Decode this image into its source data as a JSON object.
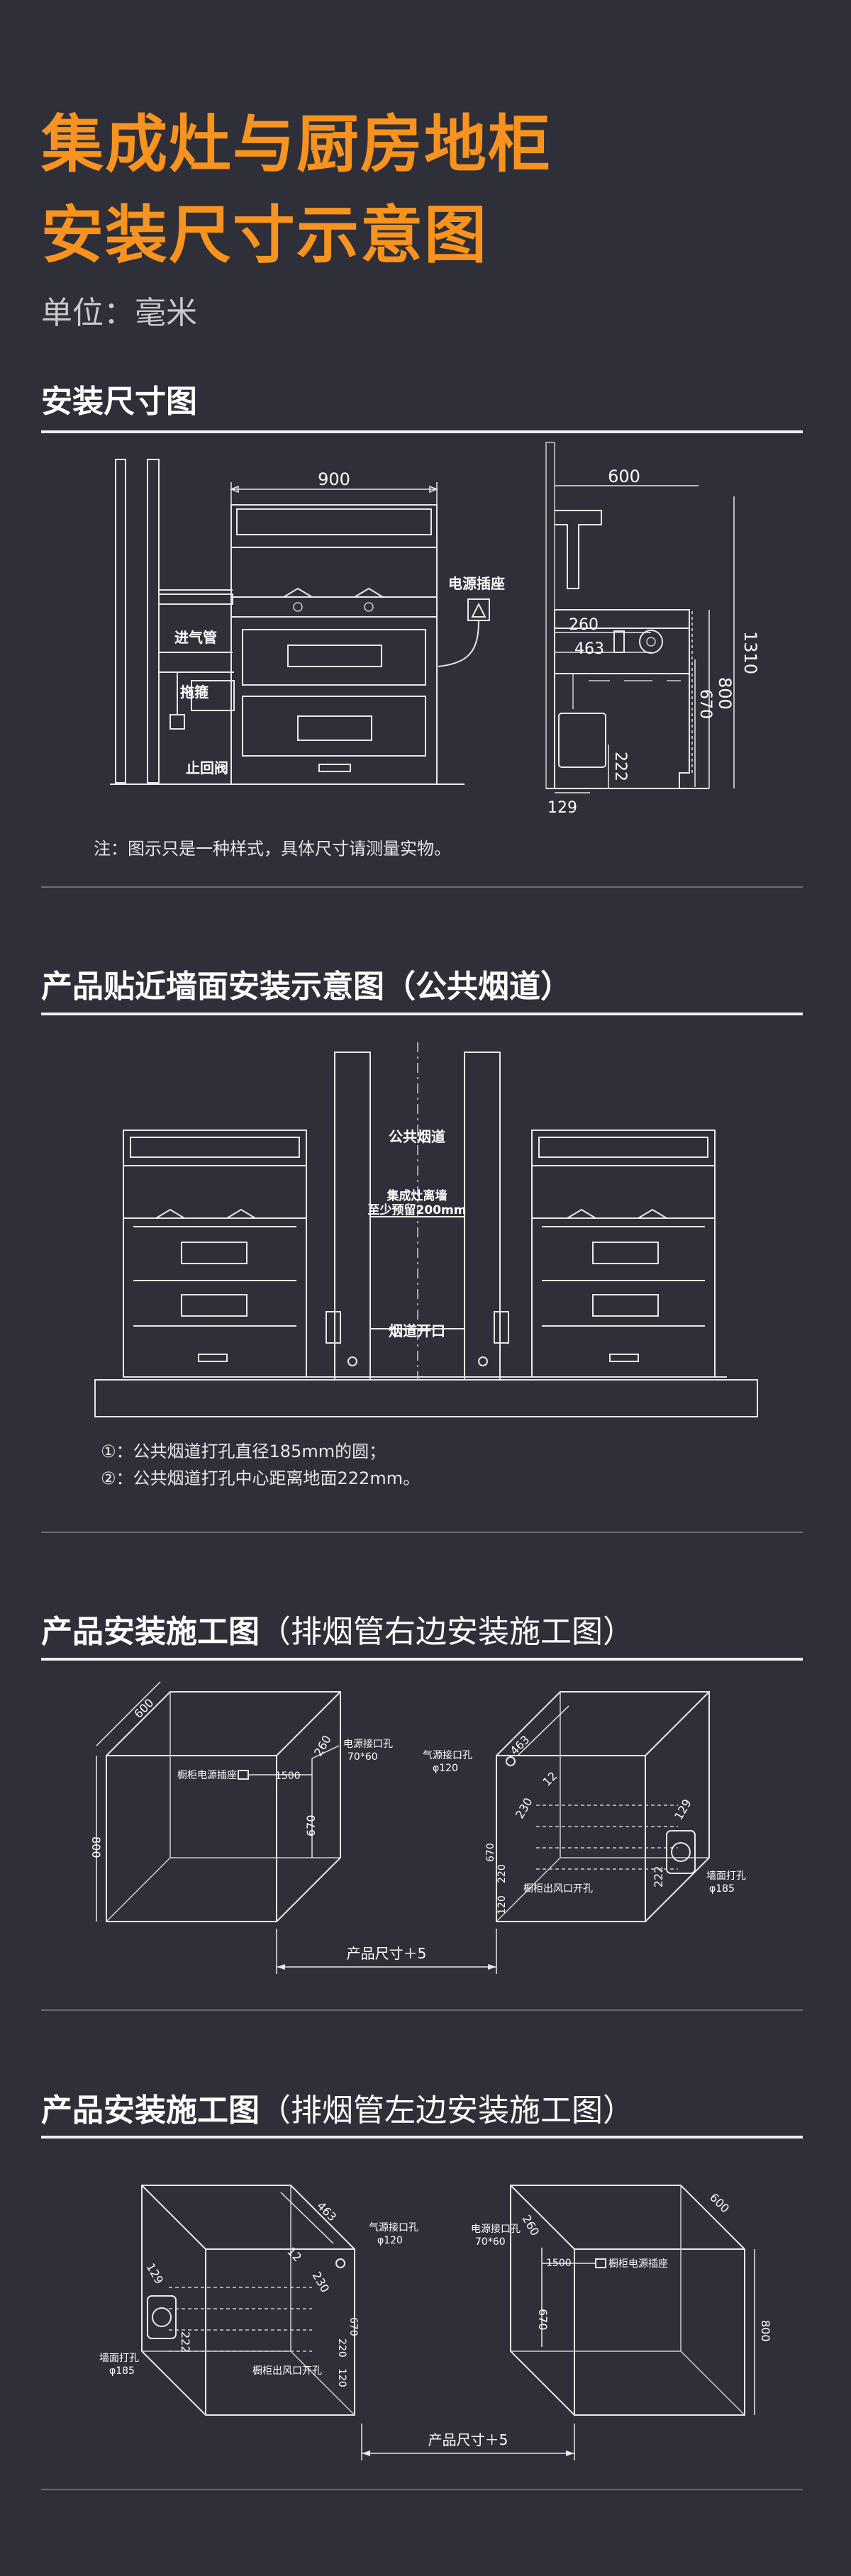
{
  "colors": {
    "background": "#2e2f38",
    "accent": "#f7931e",
    "line": "#e8e8e8"
  },
  "header": {
    "title_line1": "集成灶与厨房地柜",
    "title_line2": "安装尺寸示意图",
    "unit": "单位：毫米"
  },
  "section1": {
    "heading": "安装尺寸图",
    "note": "注：图示只是一种样式，具体尺寸请测量实物。",
    "front": {
      "width": "900",
      "power_socket": "电源插座",
      "gas_inlet": "进气管",
      "hose": "拖箍",
      "check_valve": "止回阀"
    },
    "side": {
      "depth": "600",
      "total_height": "1310",
      "counter_height": "800",
      "d260": "260",
      "d463": "463",
      "d670": "670",
      "d222": "222",
      "d129": "129"
    }
  },
  "section2": {
    "heading": "产品贴近墙面安装示意图（公共烟道）",
    "flue": "公共烟道",
    "gap_label_1": "集成灶离墙",
    "gap_label_2": "至少预留200mm",
    "flue_opening": "烟道开口",
    "note1": "①：公共烟道打孔直径185mm的圆；",
    "note2": "②：公共烟道打孔中心距离地面222mm。"
  },
  "section3": {
    "heading_bold": "产品安装施工图",
    "heading_light": "（排烟管右边安装施工图）",
    "cab_socket": "橱柜电源插座",
    "d1500": "1500",
    "power_hole": "电源接口孔",
    "power_hole_size": "70*60",
    "gas_hole": "气源接口孔",
    "gas_hole_size": "φ120",
    "d600": "600",
    "d800": "800",
    "d260": "260",
    "d670": "670",
    "d463": "463",
    "d12": "12",
    "d230": "230",
    "d220": "220",
    "d120": "120",
    "d129": "129",
    "d222": "222",
    "vent_cut": "橱柜出风口开孔",
    "wall_hole": "墙面打孔",
    "wall_hole_size": "φ185",
    "product_size": "产品尺寸＋5"
  },
  "section4": {
    "heading_bold": "产品安装施工图",
    "heading_light": "（排烟管左边安装施工图）"
  }
}
